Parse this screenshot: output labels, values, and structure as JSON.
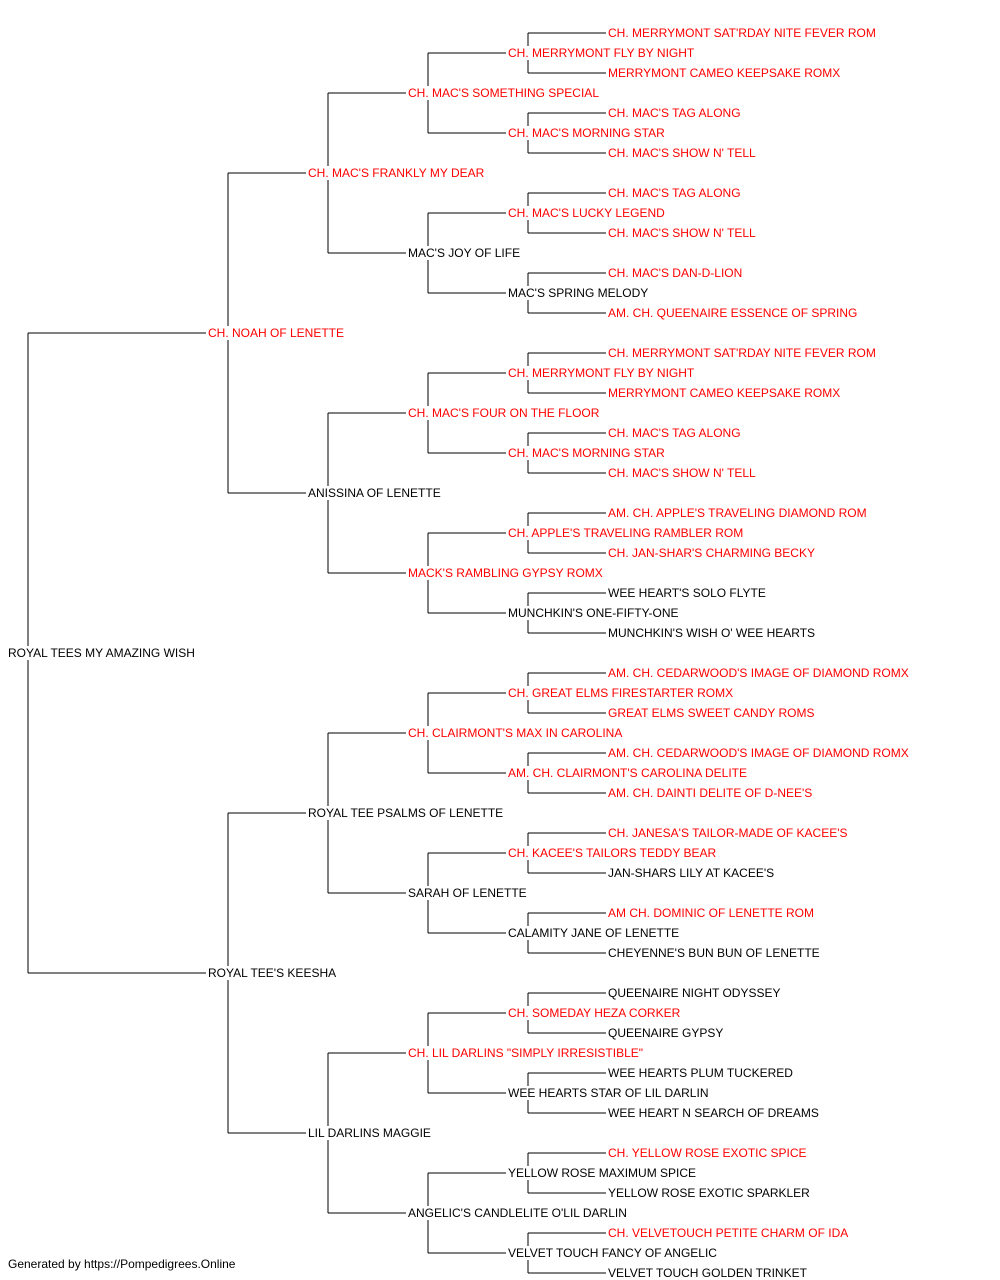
{
  "colors": {
    "champion": "#ff0000",
    "regular": "#000000",
    "lines": "#000000"
  },
  "footer": "Generated by https://Pompedigrees.Online",
  "pedigree": {
    "name": "ROYAL TEES MY AMAZING WISH",
    "ch": false,
    "sire": {
      "name": "CH. NOAH OF LENETTE",
      "ch": true,
      "sire": {
        "name": "CH. MAC'S FRANKLY MY DEAR",
        "ch": true,
        "sire": {
          "name": "CH. MAC'S SOMETHING SPECIAL",
          "ch": true,
          "sire": {
            "name": "CH. MERRYMONT FLY BY NIGHT",
            "ch": true,
            "sire": {
              "name": "CH. MERRYMONT SAT'RDAY NITE FEVER ROM",
              "ch": true
            },
            "dam": {
              "name": "MERRYMONT CAMEO KEEPSAKE ROMX",
              "ch": true
            }
          },
          "dam": {
            "name": "CH. MAC'S MORNING STAR",
            "ch": true,
            "sire": {
              "name": "CH. MAC'S TAG ALONG",
              "ch": true
            },
            "dam": {
              "name": "CH. MAC'S SHOW N' TELL",
              "ch": true
            }
          }
        },
        "dam": {
          "name": "MAC'S JOY OF LIFE",
          "ch": false,
          "sire": {
            "name": "CH. MAC'S LUCKY LEGEND",
            "ch": true,
            "sire": {
              "name": "CH. MAC'S TAG ALONG",
              "ch": true
            },
            "dam": {
              "name": "CH. MAC'S SHOW N' TELL",
              "ch": true
            }
          },
          "dam": {
            "name": "MAC'S SPRING MELODY",
            "ch": false,
            "sire": {
              "name": "CH. MAC'S DAN-D-LION",
              "ch": true
            },
            "dam": {
              "name": "AM. CH. QUEENAIRE ESSENCE OF SPRING",
              "ch": true
            }
          }
        }
      },
      "dam": {
        "name": "ANISSINA OF LENETTE",
        "ch": false,
        "sire": {
          "name": "CH. MAC'S FOUR ON THE FLOOR",
          "ch": true,
          "sire": {
            "name": "CH. MERRYMONT FLY BY NIGHT",
            "ch": true,
            "sire": {
              "name": "CH. MERRYMONT SAT'RDAY NITE FEVER ROM",
              "ch": true
            },
            "dam": {
              "name": "MERRYMONT CAMEO KEEPSAKE ROMX",
              "ch": true
            }
          },
          "dam": {
            "name": "CH. MAC'S MORNING STAR",
            "ch": true,
            "sire": {
              "name": "CH. MAC'S TAG ALONG",
              "ch": true
            },
            "dam": {
              "name": "CH. MAC'S SHOW N' TELL",
              "ch": true
            }
          }
        },
        "dam": {
          "name": "MACK'S RAMBLING GYPSY ROMX",
          "ch": true,
          "sire": {
            "name": "CH. APPLE'S TRAVELING RAMBLER ROM",
            "ch": true,
            "sire": {
              "name": "AM. CH. APPLE'S TRAVELING DIAMOND ROM",
              "ch": true
            },
            "dam": {
              "name": "CH. JAN-SHAR'S CHARMING BECKY",
              "ch": true
            }
          },
          "dam": {
            "name": "MUNCHKIN'S ONE-FIFTY-ONE",
            "ch": false,
            "sire": {
              "name": "WEE HEART'S SOLO FLYTE",
              "ch": false
            },
            "dam": {
              "name": "MUNCHKIN'S WISH O' WEE HEARTS",
              "ch": false
            }
          }
        }
      }
    },
    "dam": {
      "name": "ROYAL TEE'S KEESHA",
      "ch": false,
      "sire": {
        "name": "ROYAL TEE PSALMS OF LENETTE",
        "ch": false,
        "sire": {
          "name": "CH. CLAIRMONT'S MAX IN CAROLINA",
          "ch": true,
          "sire": {
            "name": "CH. GREAT ELMS FIRESTARTER ROMX",
            "ch": true,
            "sire": {
              "name": "AM. CH. CEDARWOOD'S IMAGE OF DIAMOND ROMX",
              "ch": true
            },
            "dam": {
              "name": "GREAT ELMS SWEET CANDY ROMS",
              "ch": true
            }
          },
          "dam": {
            "name": "AM. CH. CLAIRMONT'S CAROLINA DELITE",
            "ch": true,
            "sire": {
              "name": "AM. CH. CEDARWOOD'S IMAGE OF DIAMOND ROMX",
              "ch": true
            },
            "dam": {
              "name": "AM. CH. DAINTI DELITE OF D-NEE'S",
              "ch": true
            }
          }
        },
        "dam": {
          "name": "SARAH OF LENETTE",
          "ch": false,
          "sire": {
            "name": "CH. KACEE'S TAILORS TEDDY BEAR",
            "ch": true,
            "sire": {
              "name": "CH. JANESA'S TAILOR-MADE OF KACEE'S",
              "ch": true
            },
            "dam": {
              "name": "JAN-SHARS LILY AT KACEE'S",
              "ch": false
            }
          },
          "dam": {
            "name": "CALAMITY JANE OF LENETTE",
            "ch": false,
            "sire": {
              "name": "AM CH. DOMINIC OF LENETTE ROM",
              "ch": true
            },
            "dam": {
              "name": "CHEYENNE'S BUN BUN OF LENETTE",
              "ch": false
            }
          }
        }
      },
      "dam": {
        "name": "LIL DARLINS MAGGIE",
        "ch": false,
        "sire": {
          "name": "CH. LIL DARLINS \"SIMPLY IRRESISTIBLE\"",
          "ch": true,
          "sire": {
            "name": "CH. SOMEDAY HEZA CORKER",
            "ch": true,
            "sire": {
              "name": "QUEENAIRE NIGHT ODYSSEY",
              "ch": false
            },
            "dam": {
              "name": "QUEENAIRE GYPSY",
              "ch": false
            }
          },
          "dam": {
            "name": "WEE HEARTS STAR OF LIL DARLIN",
            "ch": false,
            "sire": {
              "name": "WEE HEARTS PLUM TUCKERED",
              "ch": false
            },
            "dam": {
              "name": "WEE HEART N SEARCH OF DREAMS",
              "ch": false
            }
          }
        },
        "dam": {
          "name": "ANGELIC'S CANDLELITE O'LIL DARLIN",
          "ch": false,
          "sire": {
            "name": "YELLOW ROSE MAXIMUM SPICE",
            "ch": false,
            "sire": {
              "name": "CH. YELLOW ROSE EXOTIC SPICE",
              "ch": true
            },
            "dam": {
              "name": "YELLOW ROSE EXOTIC SPARKLER",
              "ch": false
            }
          },
          "dam": {
            "name": "VELVET TOUCH FANCY OF ANGELIC",
            "ch": false,
            "sire": {
              "name": "CH. VELVETOUCH PETITE CHARM OF IDA",
              "ch": true
            },
            "dam": {
              "name": "VELVET TOUCH GOLDEN TRINKET",
              "ch": false
            }
          }
        }
      }
    }
  }
}
